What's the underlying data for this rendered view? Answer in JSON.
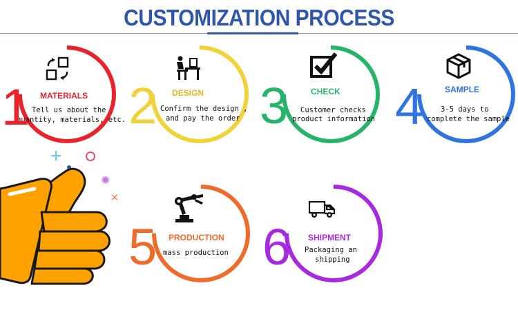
{
  "title": "CUSTOMIZATION PROCESS",
  "colors": {
    "title": "#2f56a8",
    "red": "#e8232b",
    "yellow": "#f1d23a",
    "green": "#27b36a",
    "blue": "#2f74e0",
    "orange": "#f06a2a",
    "purple": "#a62ae0",
    "thumb": "#ffa200"
  },
  "steps": [
    {
      "number": "1",
      "label": "MATERIALS",
      "line1": "Tell us about the",
      "line2": "quantity, materials, etc.",
      "icon": "materials-icon"
    },
    {
      "number": "2",
      "label": "DESIGN",
      "line1": "Confirm the design ,",
      "line2": "and pay the order",
      "icon": "design-desk-icon"
    },
    {
      "number": "3",
      "label": "CHECK",
      "line1": "Customer checks",
      "line2": "product information",
      "icon": "checkbox-icon"
    },
    {
      "number": "4",
      "label": "SAMPLE",
      "line1": "3-5 days to",
      "line2": "complete the sample",
      "icon": "box-icon"
    },
    {
      "number": "5",
      "label": "PRODUCTION",
      "line1": "mass production",
      "line2": "",
      "icon": "robot-arm-icon"
    },
    {
      "number": "6",
      "label": "SHIPMENT",
      "line1": "Packaging an",
      "line2": "shipping",
      "icon": "truck-icon"
    }
  ]
}
